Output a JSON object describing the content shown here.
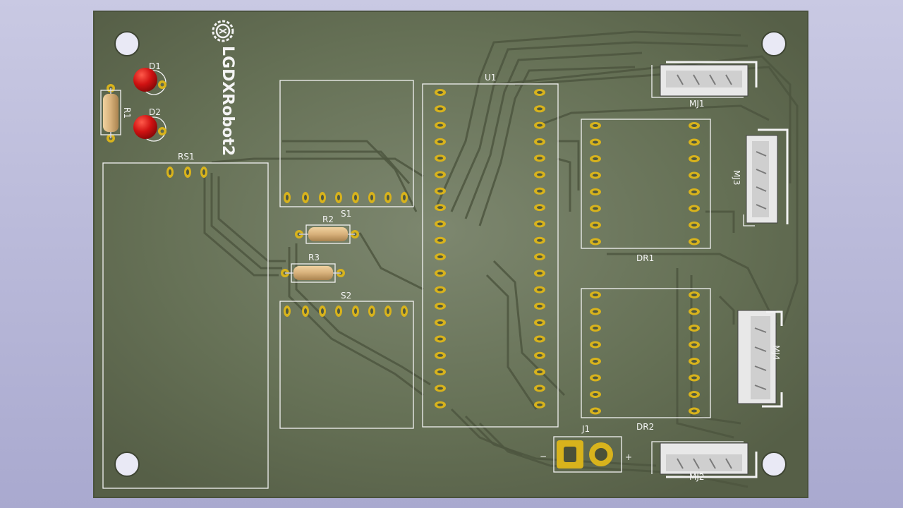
{
  "board": {
    "title": "LGDXRobot2",
    "colors": {
      "background_top": "#c9c9e3",
      "background_bottom": "#a9a9cf",
      "board": "#5f6a4f",
      "board_center": "#7d876f",
      "silkscreen": "#f2f2f2",
      "pad_gold": "#d8b31c",
      "led": "#c81010",
      "resistor_body": "#d7b07a"
    }
  },
  "labels": {
    "d1": "D1",
    "d2": "D2",
    "r1": "R1",
    "r2": "R2",
    "r3": "R3",
    "rs1": "RS1",
    "s1": "S1",
    "s2": "S2",
    "u1": "U1",
    "dr1": "DR1",
    "dr2": "DR2",
    "mj1": "MJ1",
    "mj2": "MJ2",
    "mj3": "MJ3",
    "mj4": "MJ4",
    "j1": "J1",
    "j1_minus": "−",
    "j1_plus": "+"
  },
  "icons": {
    "logo": "oshw-gear-logo-icon"
  }
}
